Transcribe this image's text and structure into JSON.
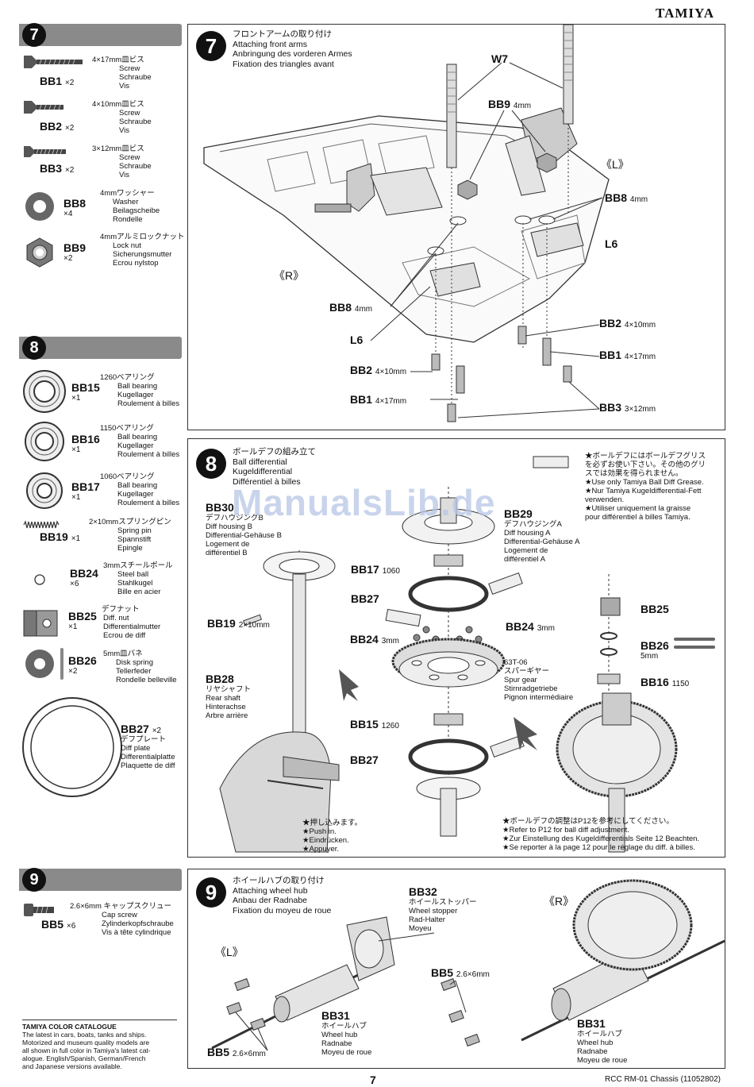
{
  "header": {
    "brand": "TAMIYA"
  },
  "footer": {
    "page_number": "7",
    "model": "RCC RM-01 Chassis (11052802)"
  },
  "watermark": "ManualsLib.de",
  "left": {
    "step7": {
      "number": "7",
      "parts": [
        {
          "code": "BB1",
          "qty": "×2",
          "size": "4×17mm皿ビス",
          "names": [
            "Screw",
            "Schraube",
            "Vis"
          ]
        },
        {
          "code": "BB2",
          "qty": "×2",
          "size": "4×10mm皿ビス",
          "names": [
            "Screw",
            "Schraube",
            "Vis"
          ]
        },
        {
          "code": "BB3",
          "qty": "×2",
          "size": "3×12mm皿ビス",
          "names": [
            "Screw",
            "Schraube",
            "Vis"
          ]
        },
        {
          "code": "BB8",
          "qty": "×4",
          "size": "4mmワッシャー",
          "names": [
            "Washer",
            "Beilagscheibe",
            "Rondelle"
          ]
        },
        {
          "code": "BB9",
          "qty": "×2",
          "size": "4mmアルミロックナット",
          "names": [
            "Lock nut",
            "Sicherungsmutter",
            "Ecrou nylstop"
          ]
        }
      ]
    },
    "step8": {
      "number": "8",
      "parts": [
        {
          "code": "BB15",
          "qty": "×1",
          "size": "1260ベアリング",
          "names": [
            "Ball bearing",
            "Kugellager",
            "Roulement à billes"
          ]
        },
        {
          "code": "BB16",
          "qty": "×1",
          "size": "1150ベアリング",
          "names": [
            "Ball bearing",
            "Kugellager",
            "Roulement à billes"
          ]
        },
        {
          "code": "BB17",
          "qty": "×1",
          "size": "1060ベアリング",
          "names": [
            "Ball bearing",
            "Kugellager",
            "Roulement à billes"
          ]
        },
        {
          "code": "BB19",
          "qty": "×1",
          "size": "2×10mmスプリングピン",
          "names": [
            "Spring pin",
            "Spannstift",
            "Epingle"
          ]
        },
        {
          "code": "BB24",
          "qty": "×6",
          "size": "3mmスチールボール",
          "names": [
            "Steel ball",
            "Stahlkugel",
            "Bille en acier"
          ]
        },
        {
          "code": "BB25",
          "qty": "×1",
          "size": "デフナット",
          "names": [
            "Diff. nut",
            "Differentialmutter",
            "Ecrou de diff"
          ]
        },
        {
          "code": "BB26",
          "qty": "×2",
          "size": "5mm皿バネ",
          "names": [
            "Disk spring",
            "Tellerfeder",
            "Rondelle belleville"
          ]
        },
        {
          "code": "BB27",
          "qty": "×2",
          "size": "デフプレート",
          "names": [
            "Diff plate",
            "Differentialplatte",
            "Plaquette de diff"
          ]
        }
      ]
    },
    "step9": {
      "number": "9",
      "parts": [
        {
          "code": "BB5",
          "qty": "×6",
          "size": "2.6×6mm キャップスクリュー",
          "names": [
            "Cap screw",
            "Zylinderkopfschraube",
            "Vis à tête cylindrique"
          ]
        }
      ]
    },
    "catalog": {
      "title": "TAMIYA COLOR CATALOGUE",
      "lines": [
        "The latest in cars, boats, tanks and ships.",
        "Motorized and museum quality models are",
        "all shown in full color in Tamiya's latest cat-",
        "alogue. English/Spanish, German/French",
        "and Japanese versions available."
      ]
    }
  },
  "panel7": {
    "number": "7",
    "titles": [
      "フロントアームの取り付け",
      "Attaching front arms",
      "Anbringung des vorderen Armes",
      "Fixation des triangles avant"
    ],
    "callouts": {
      "w7": "W7",
      "bb9": "BB9",
      "bb9_size": "4mm",
      "l_side": "《L》",
      "r_side": "《R》",
      "bb8_right": "BB8",
      "bb8_right_size": "4mm",
      "l6_right": "L6",
      "bb8_left": "BB8",
      "bb8_left_size": "4mm",
      "l6_left": "L6",
      "bb2_right": "BB2",
      "bb2_right_size": "4×10mm",
      "bb1_right": "BB1",
      "bb1_right_size": "4×17mm",
      "bb2_left": "BB2",
      "bb2_left_size": "4×10mm",
      "bb1_left": "BB1",
      "bb1_left_size": "4×17mm",
      "bb3": "BB3",
      "bb3_size": "3×12mm"
    }
  },
  "panel8": {
    "number": "8",
    "titles": [
      "ボールデフの組み立て",
      "Ball differential",
      "Kugeldifferential",
      "Différentiel à billes"
    ],
    "grease_notes": [
      "★ボールデフにはボールデフグリス",
      "を必ずお使い下さい。その他のグリ",
      "スでは効果を得られません。",
      "★Use only Tamiya Ball Diff Grease.",
      "★Nur Tamiya Kugeldifferential-Fett",
      "verwenden.",
      "★Utiliser uniquement la graisse",
      "pour différentiel à billes Tamiya."
    ],
    "bb30": {
      "code": "BB30",
      "lines": [
        "デフハウジングB",
        "Diff housing B",
        "Differential-Gehäuse B",
        "Logement de",
        "différentiel B"
      ]
    },
    "bb29": {
      "code": "BB29",
      "lines": [
        "デフハウジングA",
        "Diff housing A",
        "Differential-Gehäuse A",
        "Logement de",
        "différentiel A"
      ]
    },
    "bb17": {
      "code": "BB17",
      "size": "1060"
    },
    "bb27_top": "BB27",
    "bb24_left": {
      "code": "BB24",
      "size": "3mm"
    },
    "bb24_right": {
      "code": "BB24",
      "size": "3mm"
    },
    "bb19": {
      "code": "BB19",
      "size": "2×10mm"
    },
    "bb28": {
      "code": "BB28",
      "lines": [
        "リヤシャフト",
        "Rear shaft",
        "Hinterachse",
        "Arbre arrière"
      ]
    },
    "spur": {
      "lines": [
        "63T-06",
        "スパーギヤー",
        "Spur gear",
        "Stirnradgetriebe",
        "Pignon intermédiaire"
      ]
    },
    "bb15": {
      "code": "BB15",
      "size": "1260"
    },
    "bb27_bottom": "BB27",
    "bb25": "BB25",
    "bb26": {
      "code": "BB26",
      "size": "5mm"
    },
    "bb16": {
      "code": "BB16",
      "size": "1150"
    },
    "push": [
      "★押し込みます。",
      "★Push in.",
      "★Eindrücken.",
      "★Appuyer."
    ],
    "refer": [
      "★ボールデフの調整はP12を参考にしてください。",
      "★Refer to P12 for ball diff adjustment.",
      "★Zur Einstellung des Kugeldifferentials Seite 12 Beachten.",
      "★Se reporter à la page 12 pour le réglage du diff. à billes."
    ]
  },
  "panel9": {
    "number": "9",
    "titles": [
      "ホイールハブの取り付け",
      "Attaching wheel hub",
      "Anbau der Radnabe",
      "Fixation du moyeu de roue"
    ],
    "bb32": {
      "code": "BB32",
      "lines": [
        "ホイールストッパー",
        "Wheel stopper",
        "Rad-Halter",
        "Moyeu"
      ]
    },
    "r_side": "《R》",
    "l_side": "《L》",
    "bb5_right": {
      "code": "BB5",
      "size": "2.6×6mm"
    },
    "bb5_left": {
      "code": "BB5",
      "size": "2.6×6mm"
    },
    "bb31_left": {
      "code": "BB31",
      "lines": [
        "ホイールハブ",
        "Wheel hub",
        "Radnabe",
        "Moyeu de roue"
      ]
    },
    "bb31_right": {
      "code": "BB31",
      "lines": [
        "ホイールハブ",
        "Wheel hub",
        "Radnabe",
        "Moyeu de roue"
      ]
    }
  }
}
